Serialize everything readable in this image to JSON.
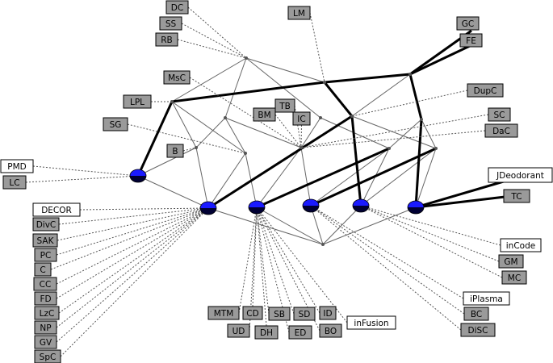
{
  "colors": {
    "grey_box": "#9a9a9a",
    "white_box": "#ffffff",
    "node_blue": "#1a1aff",
    "node_dark": "#000033",
    "edge": "#666666",
    "thick_edge": "#000000"
  },
  "labels": [
    {
      "id": "DC",
      "text": "DC",
      "style": "grey"
    },
    {
      "id": "SS",
      "text": "SS",
      "style": "grey"
    },
    {
      "id": "RB",
      "text": "RB",
      "style": "grey"
    },
    {
      "id": "LM",
      "text": "LM",
      "style": "grey"
    },
    {
      "id": "GC",
      "text": "GC",
      "style": "grey"
    },
    {
      "id": "FE",
      "text": "FE",
      "style": "grey"
    },
    {
      "id": "MsC",
      "text": "MsC",
      "style": "grey"
    },
    {
      "id": "DupC",
      "text": "DupC",
      "style": "grey"
    },
    {
      "id": "LPL",
      "text": "LPL",
      "style": "grey"
    },
    {
      "id": "TB",
      "text": "TB",
      "style": "grey"
    },
    {
      "id": "BM",
      "text": "BM",
      "style": "grey"
    },
    {
      "id": "IC",
      "text": "IC",
      "style": "grey"
    },
    {
      "id": "SC",
      "text": "SC",
      "style": "grey"
    },
    {
      "id": "SG",
      "text": "SG",
      "style": "grey"
    },
    {
      "id": "DaC",
      "text": "DaC",
      "style": "grey"
    },
    {
      "id": "B",
      "text": "B",
      "style": "grey"
    },
    {
      "id": "PMD",
      "text": "PMD",
      "style": "white"
    },
    {
      "id": "LC",
      "text": "LC",
      "style": "grey"
    },
    {
      "id": "JDeodorant",
      "text": "JDeodorant",
      "style": "white"
    },
    {
      "id": "TC",
      "text": "TC",
      "style": "grey"
    },
    {
      "id": "DECOR",
      "text": "DECOR",
      "style": "white"
    },
    {
      "id": "DivC",
      "text": "DivC",
      "style": "grey"
    },
    {
      "id": "SAK",
      "text": "SAK",
      "style": "grey"
    },
    {
      "id": "PC",
      "text": "PC",
      "style": "grey"
    },
    {
      "id": "C",
      "text": "C",
      "style": "grey"
    },
    {
      "id": "CC",
      "text": "CC",
      "style": "grey"
    },
    {
      "id": "FD",
      "text": "FD",
      "style": "grey"
    },
    {
      "id": "LzC",
      "text": "LzC",
      "style": "grey"
    },
    {
      "id": "NP",
      "text": "NP",
      "style": "grey"
    },
    {
      "id": "GV",
      "text": "GV",
      "style": "grey"
    },
    {
      "id": "SpC",
      "text": "SpC",
      "style": "grey"
    },
    {
      "id": "inCode",
      "text": "inCode",
      "style": "white"
    },
    {
      "id": "GM",
      "text": "GM",
      "style": "grey"
    },
    {
      "id": "MC",
      "text": "MC",
      "style": "grey"
    },
    {
      "id": "iPlasma",
      "text": "iPlasma",
      "style": "white"
    },
    {
      "id": "BC",
      "text": "BC",
      "style": "grey"
    },
    {
      "id": "DiSC",
      "text": "DiSC",
      "style": "grey"
    },
    {
      "id": "MTM",
      "text": "MTM",
      "style": "grey"
    },
    {
      "id": "CD",
      "text": "CD",
      "style": "grey"
    },
    {
      "id": "SB",
      "text": "SB",
      "style": "grey"
    },
    {
      "id": "SD",
      "text": "SD",
      "style": "grey"
    },
    {
      "id": "ID",
      "text": "ID",
      "style": "grey"
    },
    {
      "id": "UD",
      "text": "UD",
      "style": "grey"
    },
    {
      "id": "DH",
      "text": "DH",
      "style": "grey"
    },
    {
      "id": "ED",
      "text": "ED",
      "style": "grey"
    },
    {
      "id": "BO",
      "text": "BO",
      "style": "grey"
    },
    {
      "id": "inFusion",
      "text": "inFusion",
      "style": "white"
    }
  ]
}
